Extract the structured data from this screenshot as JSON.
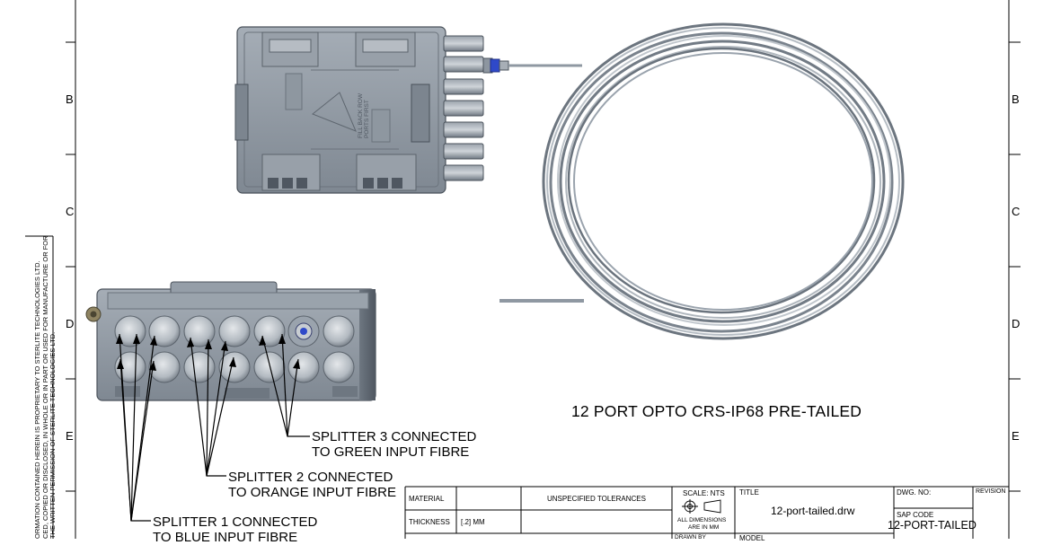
{
  "zones": {
    "left": [
      "B",
      "C",
      "D",
      "E"
    ],
    "right": [
      "B",
      "C",
      "D",
      "E"
    ]
  },
  "legal_lines": [
    "ORMATION CONTAINED HEREIN IS PROPRIETARY TO STERLITE TECHNOLOGIES LTD.",
    "CED, COPIED OR DISCLOSED, IN WHOLE OR IN PART OR USED FOR MANUFACTURE OR FOR",
    "THE WRITTEN PERMISSION OF STERLITE TECHNOLOGIES LTD."
  ],
  "drawing_title": "12 PORT OPTO CRS-IP68 PRE-TAILED",
  "callouts": {
    "splitter3": [
      "SPLITTER 3 CONNECTED",
      "TO GREEN INPUT FIBRE"
    ],
    "splitter2": [
      "SPLITTER 2 CONNECTED",
      "TO ORANGE INPUT FIBRE"
    ],
    "splitter1": [
      "SPLITTER 1 CONNECTED",
      "TO BLUE INPUT FIBRE"
    ]
  },
  "device_marking": [
    "FILL BACK ROW",
    "PORTS FIRST"
  ],
  "title_block": {
    "material_label": "MATERIAL",
    "material_value": "",
    "thickness_label": "THICKNESS",
    "thickness_value": "[.2] MM",
    "tolerances_label": "UNSPECIFIED TOLERANCES",
    "scale_label": "SCALE: NTS",
    "dimensions_note_1": "ALL DIMENSIONS",
    "dimensions_note_2": "ARE IN MM",
    "drawn_by_label": "DRAWN BY",
    "title_label": "TITLE",
    "title_value": "12-port-tailed.drw",
    "model_label": "MODEL",
    "dwg_no_label": "DWG. NO:",
    "sap_code_label": "SAP CODE",
    "sap_code_value": "12-PORT-TAILED",
    "revision_label": "REVISION"
  },
  "colors": {
    "housing": "#8b949e",
    "housing_dark": "#5f6872",
    "cable": "#9aa3ad",
    "accent_blue": "#2f49c9",
    "line": "#000000"
  }
}
